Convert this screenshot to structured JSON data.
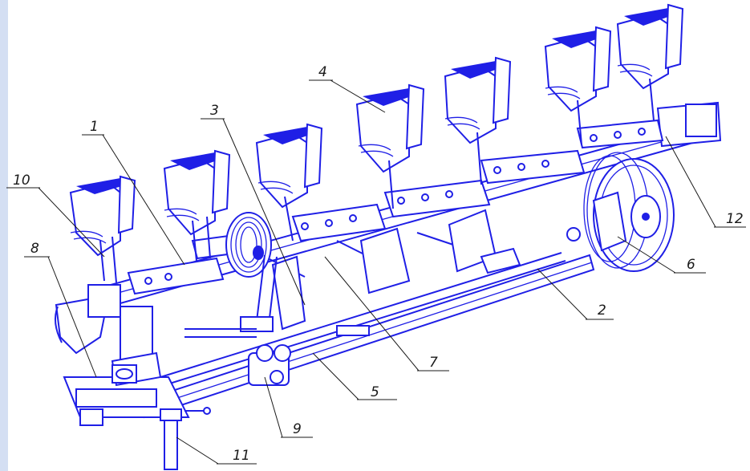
{
  "colors": {
    "ink": "#1f1fe6",
    "label": "#1a1a1a",
    "side_strip": "#d4dff3"
  },
  "callouts": [
    "1",
    "2",
    "3",
    "4",
    "5",
    "6",
    "7",
    "8",
    "9",
    "10",
    "11",
    "12"
  ]
}
